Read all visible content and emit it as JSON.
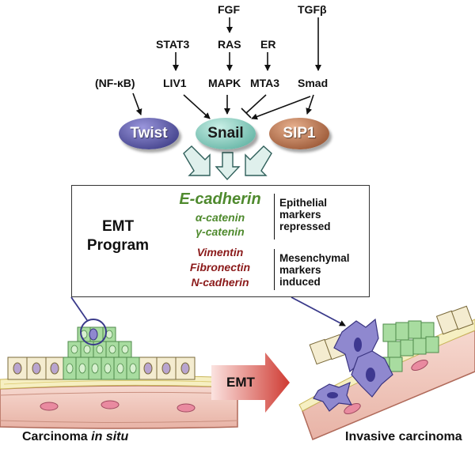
{
  "signals": {
    "fgf": "FGF",
    "tgfb": "TGFβ",
    "stat3": "STAT3",
    "ras": "RAS",
    "er": "ER",
    "nfkb": "(NF-κB)",
    "liv1": "LIV1",
    "mapk": "MAPK",
    "mta3": "MTA3",
    "smad": "Smad"
  },
  "factors": {
    "twist": "Twist",
    "snail": "Snail",
    "sip1": "SIP1"
  },
  "emt_program": {
    "title_line1": "EMT",
    "title_line2": "Program",
    "epithelial_markers": [
      "E-cadherin",
      "α-catenin",
      "γ-catenin"
    ],
    "mesenchymal_markers": [
      "Vimentin",
      "Fibronectin",
      "N-cadherin"
    ],
    "epithelial_group": [
      "Epithelial",
      "markers",
      "repressed"
    ],
    "mesenchymal_group": [
      "Mesenchymal",
      "markers",
      "induced"
    ]
  },
  "transition_label": "EMT",
  "captions": {
    "left_prefix": "Carcinoma ",
    "left_italic": "in situ",
    "right": "Invasive carcinoma"
  },
  "colors": {
    "epithelial_text": "#4f8a2e",
    "mesenchymal_text": "#8b1a1a",
    "twist": "#3c3c8e",
    "snail": "#5fb8a8",
    "sip1": "#9a5530",
    "epithelial_cell": "#9fd49a",
    "mesenchymal_cell": "#8f88cf",
    "emt_arrow": "#d9534f"
  }
}
